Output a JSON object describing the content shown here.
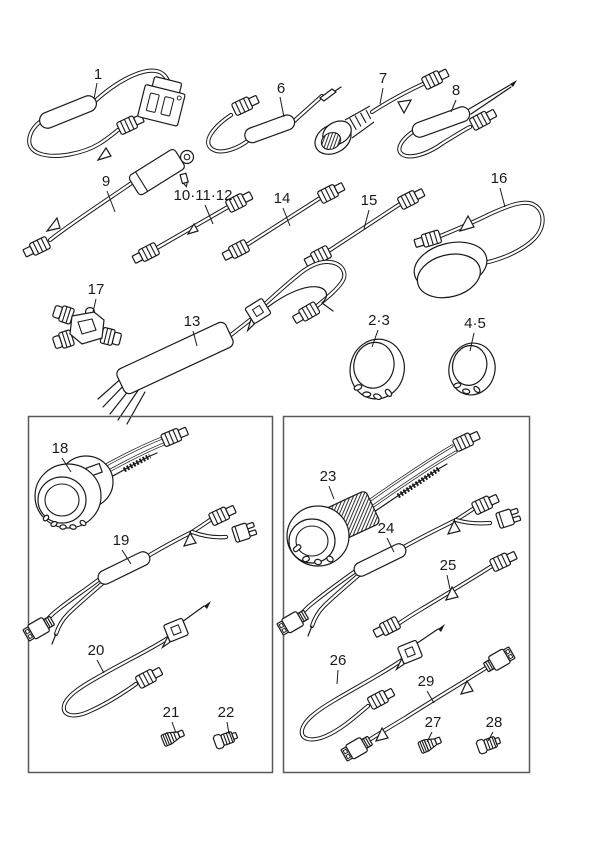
{
  "diagram": {
    "background": "#ffffff",
    "line_color": "#1a1a1a",
    "box_border_color": "#595959",
    "labels": {
      "p1": "1",
      "p2_3": "2·3",
      "p4_5": "4·5",
      "p6": "6",
      "p7": "7",
      "p8": "8",
      "p9": "9",
      "p10_11_12": "10·11·12",
      "p13": "13",
      "p14": "14",
      "p15": "15",
      "p16": "16",
      "p17": "17",
      "p18": "18",
      "p19": "19",
      "p20": "20",
      "p21": "21",
      "p22": "22",
      "p23": "23",
      "p24": "24",
      "p25": "25",
      "p26": "26",
      "p27": "27",
      "p28": "28",
      "p29": "29"
    }
  }
}
